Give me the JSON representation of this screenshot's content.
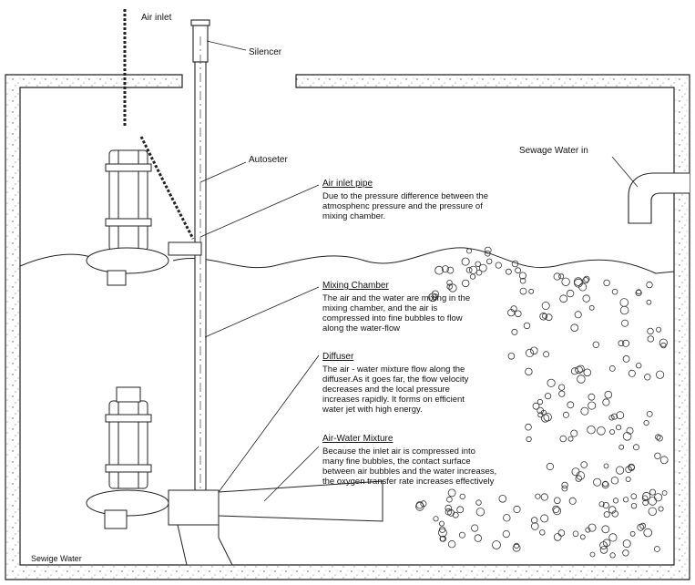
{
  "labels": {
    "air_inlet": "Air inlet",
    "silencer": "Silencer",
    "autoseter": "Autoseter",
    "sewage_water_in": "Sewage Water in",
    "sewage_water": "Sewige Water"
  },
  "callouts": [
    {
      "title": "Air inlet pipe",
      "text": "Due to the pressure difference between the\natmosphenc pressure and the pressure of\nmixing chamber."
    },
    {
      "title": "Mixing Chamber",
      "text": "The air and the water are mixing in the\nmixing chamber, and the air is\ncompressed into fine bubbles to flow\nalong the water-flow"
    },
    {
      "title": "Diffuser",
      "text": "The air - water mixture flow along the\ndiffuser.As it goes far, the flow velocity\ndecreases and the local pressure\nincreases rapidly. It forms on efficient\nwater jet with high energy."
    },
    {
      "title": "Air-Water Mixture",
      "text": "Because the inlet air is compressed into\nmany fine  bubbles, the contact surface\nbetween air bubbles and the water increases,\nthe oxygen transfer rate increases effectively"
    }
  ]
}
